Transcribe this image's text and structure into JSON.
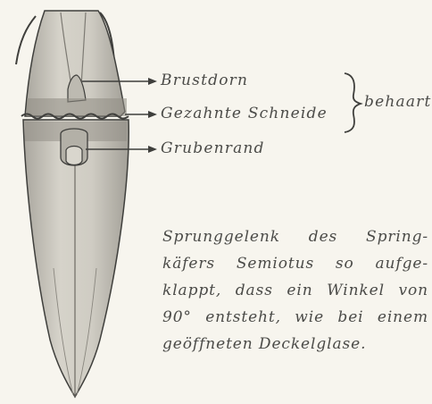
{
  "labels": {
    "brustdorn": "Brustdorn",
    "gezahnte_schneide": "Gezahnte Schneide",
    "grubenrand": "Grubenrand",
    "behaart": "behaart"
  },
  "caption": {
    "lines": [
      "Sprunggelenk des Spring-",
      "käfers Semiotus so aufge-",
      "klappt, dass ein Winkel von",
      "90° entsteht, wie bei einem",
      "geöffneten Deckelglase."
    ]
  },
  "colors": {
    "background": "#f7f5ee",
    "body_fill": "#c9c6bd",
    "outline": "#3f3f3c",
    "text": "#4b4b48"
  }
}
